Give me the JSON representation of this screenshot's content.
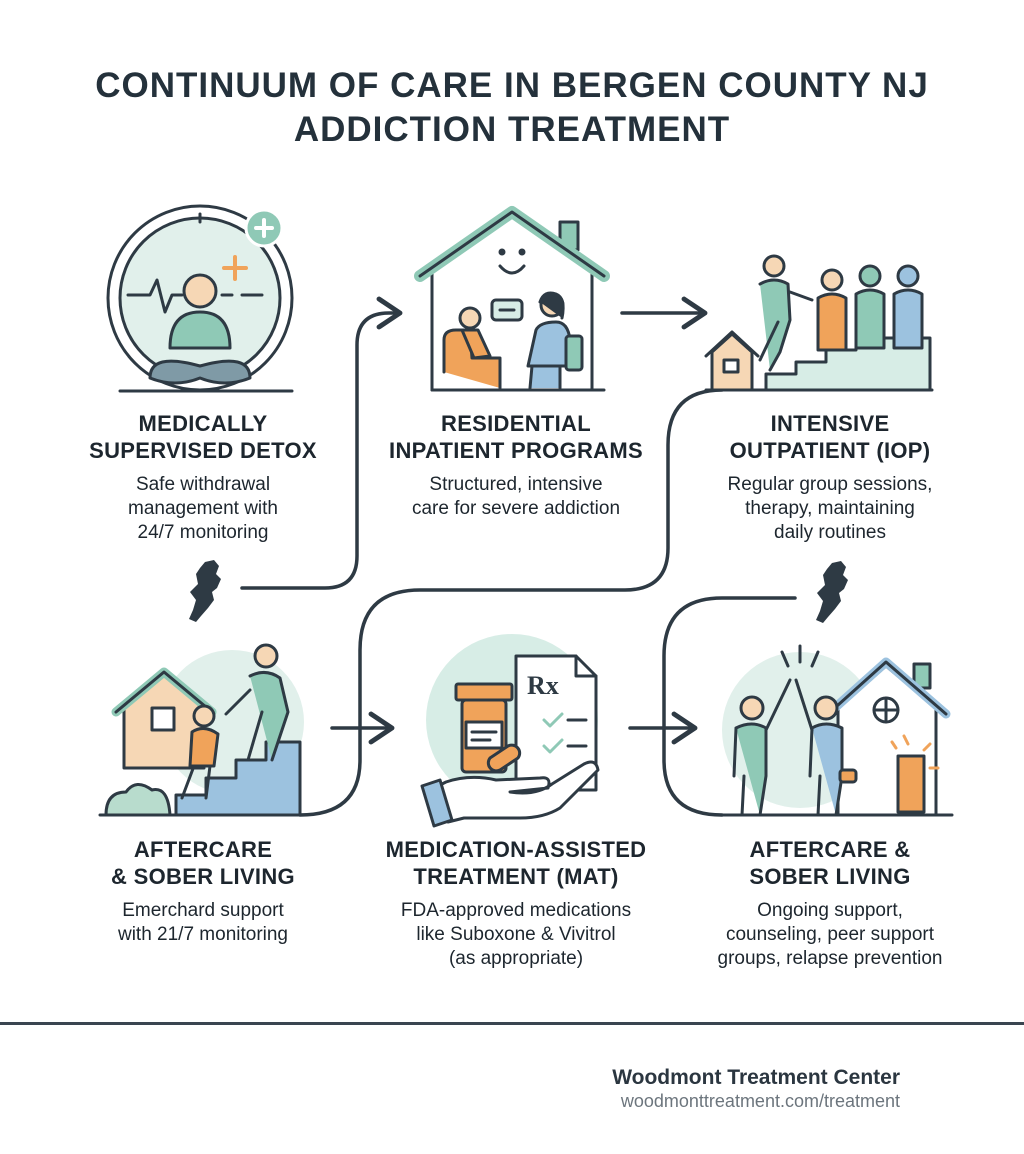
{
  "title": {
    "line1": "CONTINUUM OF CARE IN BERGEN COUNTY NJ",
    "line2": "ADDICTION TREATMENT"
  },
  "stages": [
    {
      "id": "detox",
      "name_lines": [
        "MEDICALLY",
        "SUPERVISED DETOX"
      ],
      "desc_lines": [
        "Safe withdrawal",
        "management with",
        "24/7 monitoring"
      ],
      "icon": "meditating-person-monitor-icon"
    },
    {
      "id": "residential",
      "name_lines": [
        "RESIDENTIAL",
        "INPATIENT PROGRAMS"
      ],
      "desc_lines": [
        "Structured, intensive",
        "care for severe addiction"
      ],
      "icon": "house-counseling-icon"
    },
    {
      "id": "iop",
      "name_lines": [
        "INTENSIVE",
        "OUTPATIENT (IOP)"
      ],
      "desc_lines": [
        "Regular group sessions,",
        "therapy, maintaining",
        "daily routines"
      ],
      "icon": "group-stairs-icon"
    },
    {
      "id": "aftercare-left",
      "name_lines": [
        "AFTERCARE",
        "& SOBER LIVING"
      ],
      "desc_lines": [
        "Emerchard support",
        "with 21/7 monitoring"
      ],
      "icon": "helping-hand-stairs-icon"
    },
    {
      "id": "mat",
      "name_lines": [
        "MEDICATION-ASSISTED",
        "TREATMENT (MAT)"
      ],
      "desc_lines": [
        "FDA-approved medications",
        "like Suboxone & Vivitrol",
        "(as appropriate)"
      ],
      "icon": "prescription-medication-icon"
    },
    {
      "id": "aftercare-right",
      "name_lines": [
        "AFTERCARE &",
        "SOBER LIVING"
      ],
      "desc_lines": [
        "Ongoing support,",
        "counseling, peer support",
        "groups, relapse prevention"
      ],
      "icon": "high-five-home-icon"
    }
  ],
  "rx_symbol": "Rx",
  "footer": {
    "org": "Woodmont Treatment Center",
    "url": "woodmonttreatment.com/treatment"
  },
  "colors": {
    "ink": "#2e3a44",
    "mint": "#8fc9b6",
    "mint_light": "#d7ede6",
    "orange": "#f0a35a",
    "blue": "#9cc2df",
    "peach": "#f6d7b5"
  }
}
